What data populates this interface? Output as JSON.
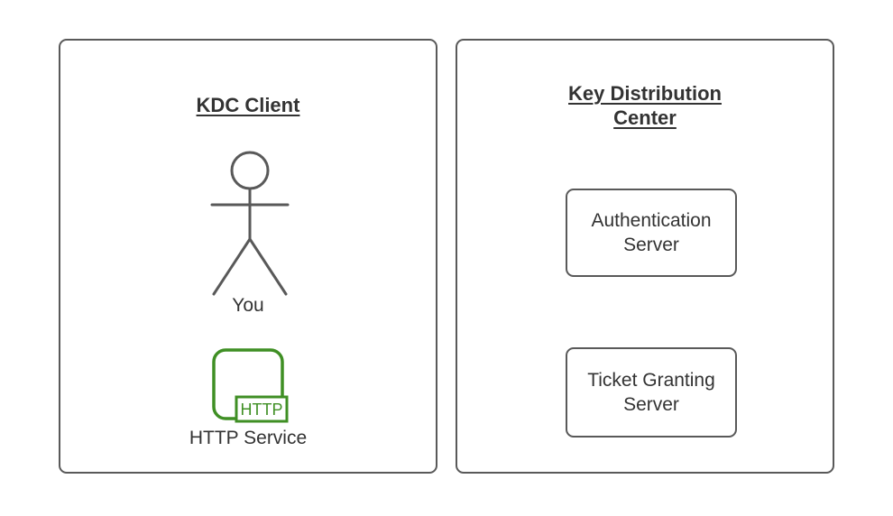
{
  "colors": {
    "background": "#ffffff",
    "border_gray": "#595959",
    "text": "#333333",
    "service_green": "#3F8F24"
  },
  "left_panel": {
    "title": "KDC Client",
    "actor_label": "You",
    "service_badge": "HTTP",
    "service_label": "HTTP Service"
  },
  "right_panel": {
    "title": "Key Distribution Center",
    "boxes": [
      {
        "label": "Authentication Server"
      },
      {
        "label": "Ticket Granting Server"
      }
    ]
  }
}
